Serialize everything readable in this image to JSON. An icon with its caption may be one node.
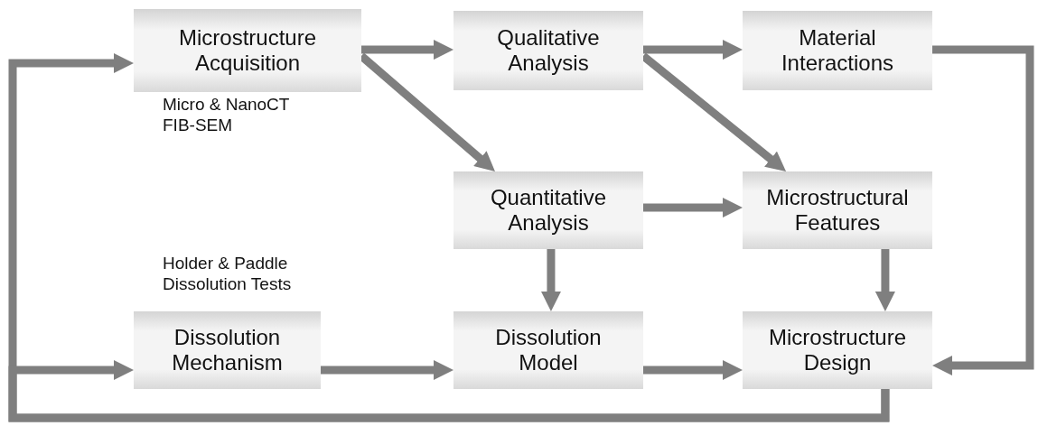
{
  "diagram": {
    "nodes": [
      {
        "text": [
          "Microstructure Acquisition"
        ],
        "beside": [
          "Micro & NanoCT",
          "FIB-SEM"
        ]
      },
      {
        "text": [
          "Qualitative Analysis"
        ]
      },
      {
        "text": [
          "Material Interactions"
        ]
      },
      {
        "text": [
          "Quantitative Analysis"
        ]
      },
      {
        "text": [
          "Microstructural Features"
        ]
      },
      {
        "text": [
          "Dissolution Mechanism"
        ],
        "beside": [
          "Holder & Paddle Dissolution Tests"
        ]
      },
      {
        "text": [
          "Dissolution Model"
        ]
      },
      {
        "text": [
          "Microstructure Design"
        ]
      }
    ],
    "edges": [
      {
        "from": 0,
        "to": 1,
        "arrow": "to"
      },
      {
        "from": 0,
        "to": 3,
        "arrow": "to"
      },
      {
        "from": 1,
        "to": 2,
        "arrow": "to"
      },
      {
        "from": 1,
        "to": 4,
        "arrow": "to"
      },
      {
        "from": 3,
        "to": 4,
        "arrow": "to"
      },
      {
        "from": 3,
        "to": 6,
        "arrow": "to"
      },
      {
        "from": 4,
        "to": 7,
        "arrow": "to"
      },
      {
        "from": 5,
        "to": 6,
        "arrow": "to"
      },
      {
        "from": 6,
        "to": 7,
        "arrow": "to"
      },
      {
        "from": 2,
        "to": 7,
        "arrow": "to"
      },
      {
        "from": 7,
        "to": 0,
        "arrow": "to"
      },
      {
        "from": 7,
        "to": 5,
        "arrow": "to"
      }
    ]
  }
}
